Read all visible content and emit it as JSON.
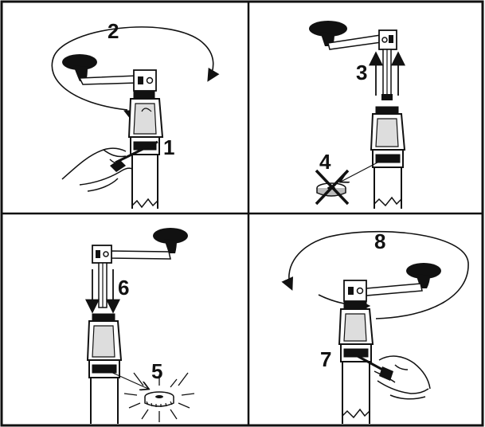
{
  "steps": [
    {
      "label": "1"
    },
    {
      "label": "2"
    },
    {
      "label": "3"
    },
    {
      "label": "4"
    },
    {
      "label": "5"
    },
    {
      "label": "6"
    },
    {
      "label": "7"
    },
    {
      "label": "8"
    }
  ],
  "colors": {
    "ink": "#111111",
    "paper": "#ffffff",
    "grey": "#888888"
  },
  "icons": [
    "crank-handle-icon",
    "rotation-arrow-icon",
    "screwdriver-icon",
    "hand-icon",
    "gear-icon",
    "cross-icon",
    "arrow-icon"
  ]
}
